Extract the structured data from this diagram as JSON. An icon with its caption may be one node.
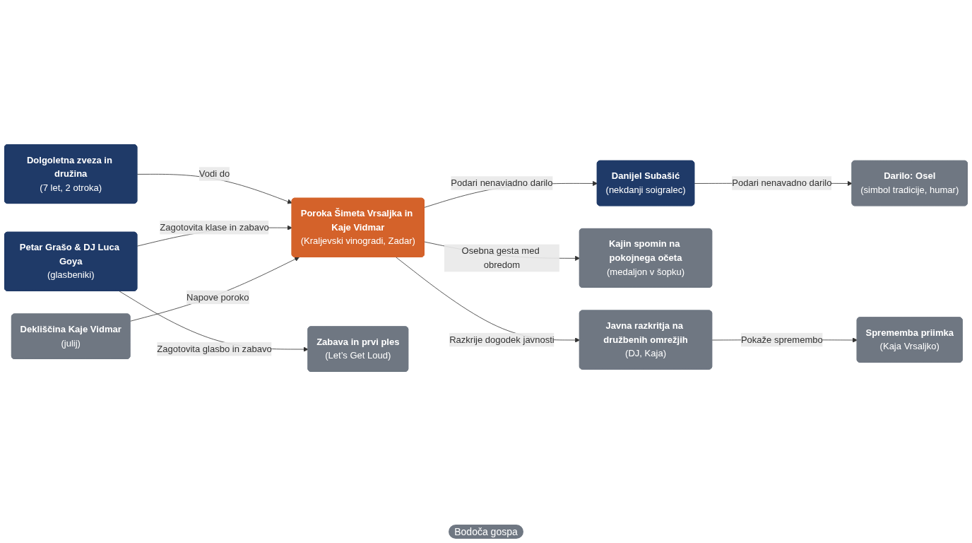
{
  "diagram": {
    "nodes": [
      {
        "text": [
          "Danijel Subašić",
          "(nekdanji soigralec)"
        ]
      },
      {
        "text": [
          "Darilo: Osel",
          "(simbol tradicije, humar)"
        ]
      },
      {
        "text": [
          "Kajin spomin na pokojnega očeta",
          "(medaljon v šopku)"
        ]
      },
      {
        "text": [
          "Dolgoletna zveza in družina",
          "(7 let, 2 otroka)"
        ]
      },
      {
        "text": [
          "Poroka Šimeta Vrsaljka in Kaje Vidmar",
          "(Kraljevski vinogradi, Zadar)"
        ]
      },
      {
        "text": [
          "Javna razkritja na družbenih omrežjih",
          "(DJ, Kaja)"
        ]
      },
      {
        "text": [
          "Sprememba priimka",
          "(Kaja Vrsaljko)"
        ]
      },
      {
        "text": [
          "Petar Grašo & DJ Luca Goya",
          "(glasbeniki)"
        ]
      },
      {
        "text": [
          "Zabava in prvi ples",
          "(Let’s Get Loud)"
        ]
      },
      {
        "text": [
          "Dekliščina Kaje Vidmar",
          "(julij)"
        ]
      }
    ],
    "edges": [
      {
        "from": 4,
        "to": 0,
        "arrow": "to",
        "label": "Podari nenaviadno darilo"
      },
      {
        "from": 0,
        "to": 1,
        "arrow": "to",
        "label": "Podari nenavadno darilo"
      },
      {
        "from": 3,
        "to": 4,
        "arrow": "to",
        "label": "Vodi do"
      },
      {
        "from": 4,
        "to": 2,
        "arrow": "to",
        "label": "Osebna gesta med obredom"
      },
      {
        "from": 4,
        "to": 5,
        "arrow": "to",
        "label": "Razkrije dogodek javnosti"
      },
      {
        "from": 5,
        "to": 6,
        "arrow": "to",
        "label": "Pokaže spremembo"
      },
      {
        "from": 7,
        "to": 4,
        "arrow": "to",
        "label": "Zagotovita klase in zabavo"
      },
      {
        "from": 7,
        "to": 8,
        "arrow": "to",
        "label": "Zagotovita glasbo in zabavo"
      },
      {
        "from": 9,
        "to": 4,
        "arrow": "to",
        "label": "Napove poroko"
      }
    ],
    "labels": [
      "Bodoča gospa"
    ]
  }
}
